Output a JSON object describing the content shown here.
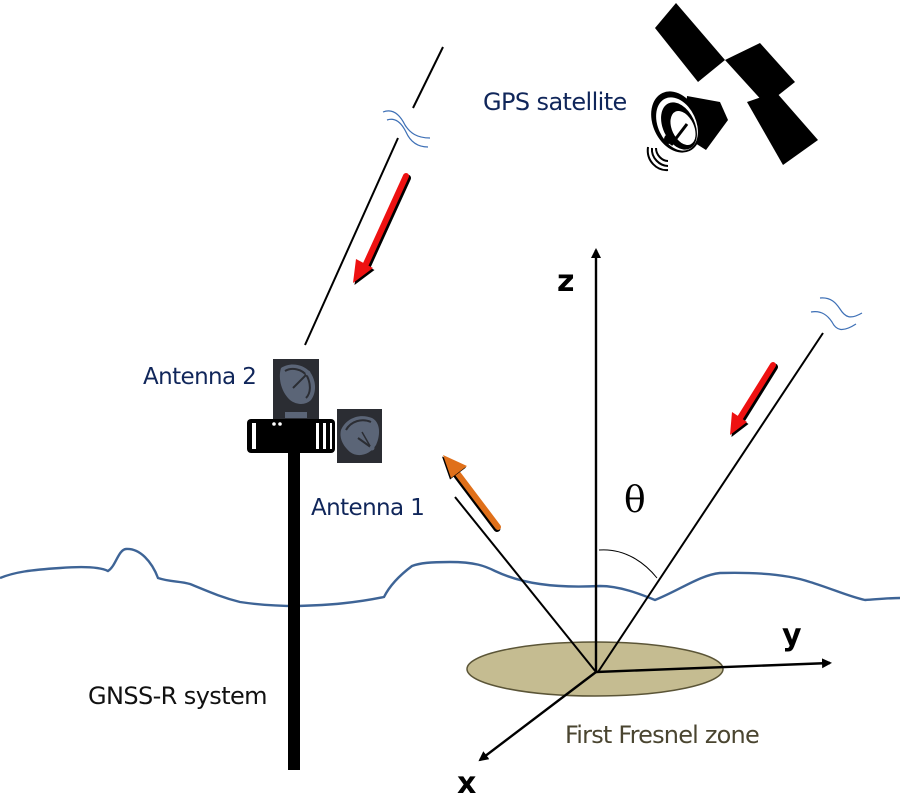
{
  "diagram": {
    "title": "GNSS-R reflectometry geometry",
    "labels": {
      "gps_satellite": "GPS satellite",
      "antenna_2": "Antenna 2",
      "antenna_1": "Antenna 1",
      "gnss_r_system": "GNSS-R system",
      "first_fresnel_zone": "First Fresnel zone",
      "axis_z": "z",
      "axis_y": "y",
      "axis_x": "x",
      "angle": "θ"
    },
    "icons": {
      "satellite": "satellite-icon",
      "antenna": "dish-antenna-icon",
      "receiver": "receiver-box-icon"
    },
    "colors": {
      "text_navy": "#10265a",
      "direct_signal_arrow": "#ee1111",
      "reflected_signal_arrow": "#e0701a",
      "water_surface": "#3e6496",
      "fresnel_zone_fill": "#c5bc91",
      "fresnel_zone_stroke": "#5b5537",
      "antenna_panel": "#2b2d33",
      "antenna_dish": "#5b6577"
    }
  }
}
